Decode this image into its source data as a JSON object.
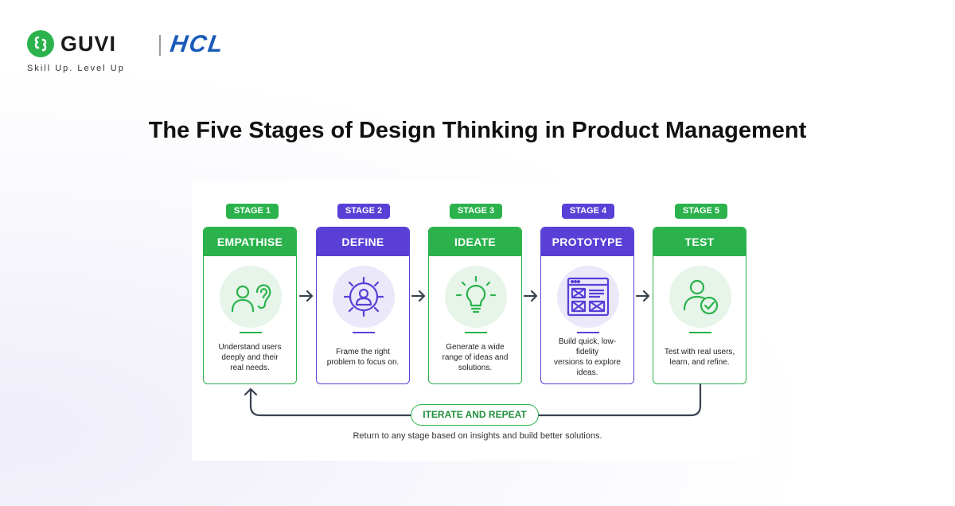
{
  "brand": {
    "guvi_name": "GUVI",
    "partner_name": "HCL",
    "tagline": "Skill Up. Level Up"
  },
  "title": "The Five Stages of Design Thinking in Product Management",
  "colors": {
    "green": "#2bb24c",
    "purple": "#5a3fd6",
    "hcl_blue": "#1a5ab8",
    "arrow_dark": "#3a4150"
  },
  "stages": [
    {
      "tag": "STAGE 1",
      "name": "EMPATHISE",
      "icon": "person-ear-icon",
      "desc_lines": [
        "Understand users",
        "deeply and their",
        "real needs."
      ],
      "color": "green"
    },
    {
      "tag": "STAGE 2",
      "name": "DEFINE",
      "icon": "target-person-icon",
      "desc_lines": [
        "Frame the right",
        "problem to focus on."
      ],
      "color": "purple"
    },
    {
      "tag": "STAGE 3",
      "name": "IDEATE",
      "icon": "lightbulb-icon",
      "desc_lines": [
        "Generate a wide",
        "range of ideas and",
        "solutions."
      ],
      "color": "green"
    },
    {
      "tag": "STAGE 4",
      "name": "PROTOTYPE",
      "icon": "wireframe-icon",
      "desc_lines": [
        "Build quick, low-fidelity",
        "versions to explore",
        "ideas."
      ],
      "color": "purple"
    },
    {
      "tag": "STAGE 5",
      "name": "TEST",
      "icon": "user-check-icon",
      "desc_lines": [
        "Test with real users,",
        "learn, and refine."
      ],
      "color": "green"
    }
  ],
  "loop": {
    "label": "ITERATE AND REPEAT",
    "description": "Return to any stage based on insights and build better solutions."
  }
}
